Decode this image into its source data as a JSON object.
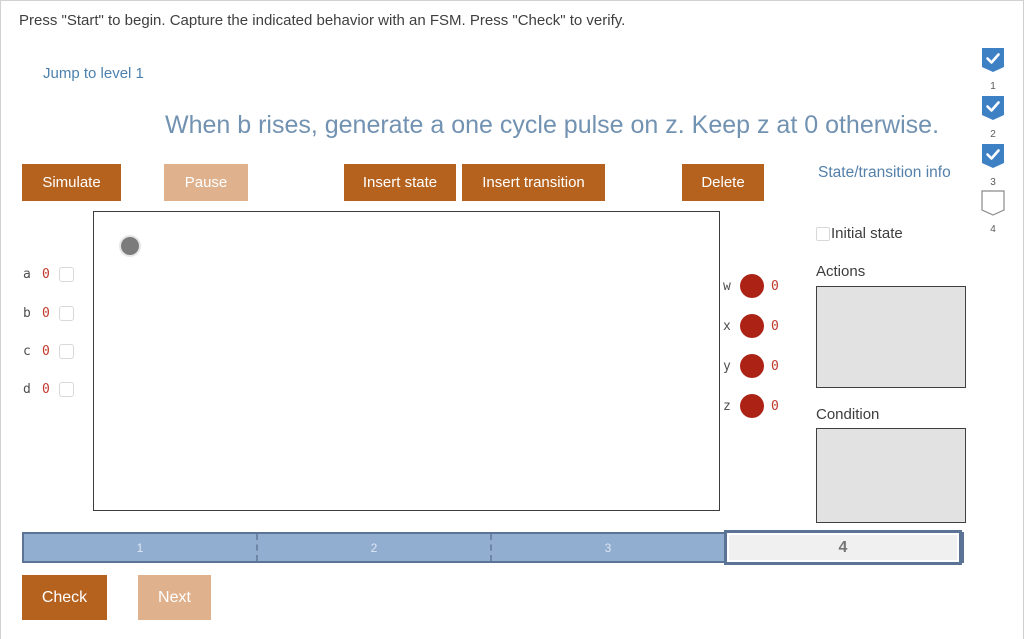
{
  "header": {
    "instructions": "Press \"Start\" to begin. Capture the indicated behavior with an FSM. Press \"Check\" to verify.",
    "jump_link": "Jump to level 1",
    "challenge_title": "When b rises, generate a one cycle pulse on z. Keep z at 0 otherwise."
  },
  "toolbar": {
    "simulate_label": "Simulate",
    "pause_label": "Pause",
    "insert_state_label": "Insert state",
    "insert_transition_label": "Insert transition",
    "delete_label": "Delete"
  },
  "info_panel": {
    "title": "State/transition info",
    "initial_state_label": "Initial state",
    "initial_state_checked": false,
    "actions_label": "Actions",
    "actions_value": "",
    "condition_label": "Condition",
    "condition_value": ""
  },
  "fsm_inputs": [
    {
      "name": "a",
      "value": "0",
      "checked": false
    },
    {
      "name": "b",
      "value": "0",
      "checked": false
    },
    {
      "name": "c",
      "value": "0",
      "checked": false
    },
    {
      "name": "d",
      "value": "0",
      "checked": false
    }
  ],
  "fsm_outputs": [
    {
      "name": "w",
      "value": "0"
    },
    {
      "name": "x",
      "value": "0"
    },
    {
      "name": "y",
      "value": "0"
    },
    {
      "name": "z",
      "value": "0"
    }
  ],
  "progress_bar": {
    "segments": [
      {
        "label": "1",
        "state": "completed"
      },
      {
        "label": "2",
        "state": "completed"
      },
      {
        "label": "3",
        "state": "completed"
      },
      {
        "label": "4",
        "state": "current"
      }
    ]
  },
  "footer": {
    "check_label": "Check",
    "next_label": "Next"
  },
  "level_rail": {
    "items": [
      {
        "label": "1",
        "checked": true
      },
      {
        "label": "2",
        "checked": true
      },
      {
        "label": "3",
        "checked": true
      },
      {
        "label": "4",
        "checked": false
      }
    ]
  },
  "colors": {
    "accent_orange": "#b5621f",
    "accent_orange_disabled": "#dfb28d",
    "link_blue": "#4d80ad",
    "title_blue": "#7292b2",
    "info_blue": "#5480ab",
    "progress_blue": "#91add0",
    "progress_border": "#5b7495",
    "led_red": "#ac2315",
    "value_red": "#c0392b",
    "rail_check_blue": "#3d81c4"
  }
}
